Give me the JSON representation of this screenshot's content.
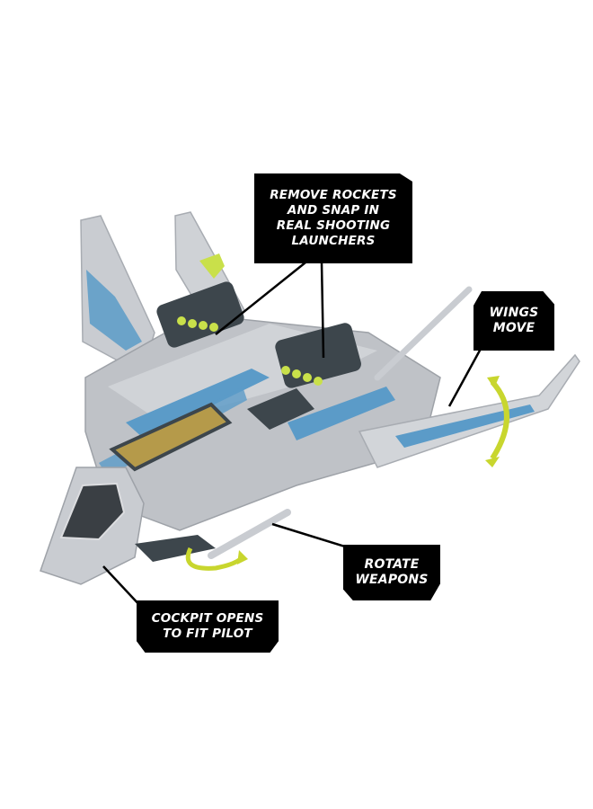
{
  "product": {
    "subject": "toy space fighter jet with feature callouts",
    "colors": {
      "body_gray": "#b9bcc1",
      "body_light": "#d4d6da",
      "accent_blue": "#5b9bc8",
      "dark_parts": "#3d464c",
      "rocket_tips": "#c9e04a",
      "arrow_lime": "#c8d62e",
      "gold_panel": "#b59a4a",
      "callout_bg": "#000000",
      "callout_text": "#ffffff"
    }
  },
  "callouts": {
    "rockets": {
      "lines": [
        "REMOVE ROCKETS",
        "AND SNAP IN",
        "REAL SHOOTING",
        "LAUNCHERS"
      ]
    },
    "wings": {
      "lines": [
        "WINGS",
        "MOVE"
      ]
    },
    "rotate": {
      "lines": [
        "ROTATE",
        "WEAPONS"
      ]
    },
    "cockpit": {
      "lines": [
        "COCKPIT OPENS",
        "TO FIT PILOT"
      ]
    }
  }
}
